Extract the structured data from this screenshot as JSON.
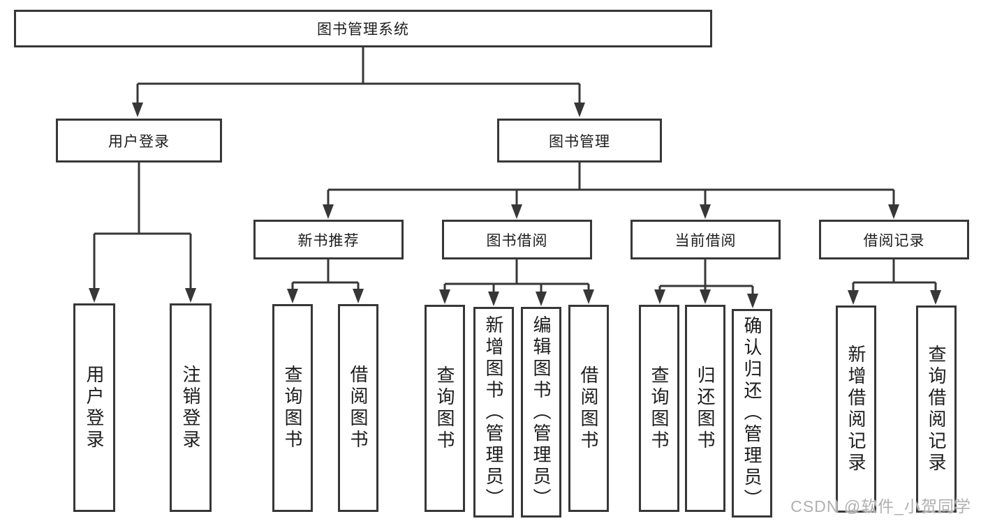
{
  "nodes": {
    "root": "图书管理系统",
    "user_login": "用户登录",
    "book_mgmt": "图书管理",
    "new_book": "新书推荐",
    "book_borrow": "图书借阅",
    "current_borrow": "当前借阅",
    "borrow_record": "借阅记录"
  },
  "leaves": {
    "user_login": [
      "用户登录",
      "注销登录"
    ],
    "new_book": [
      "查询图书",
      "借阅图书"
    ],
    "book_borrow": [
      "查询图书",
      "新增图书（管理员）",
      "编辑图书（管理员）",
      "借阅图书"
    ],
    "current_borrow": [
      "查询图书",
      "归还图书",
      "确认归还（管理员）"
    ],
    "borrow_record": [
      "新增借阅记录",
      "查询借阅记录"
    ]
  },
  "watermark": "CSDN @软件_小贺同学",
  "colors": {
    "line": "#373737",
    "text": "#1c1c1c",
    "watermark": "#b0b0b0",
    "background": "#ffffff"
  }
}
